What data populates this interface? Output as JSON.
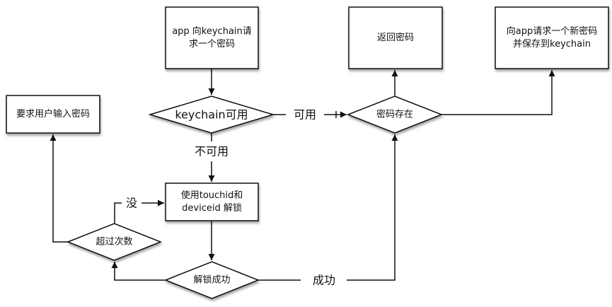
{
  "diagram": {
    "type": "flowchart",
    "colors": {
      "stroke": "#111111",
      "fill": "#ffffff",
      "shadow": "#999999",
      "text": "#111111"
    },
    "nodes": {
      "request": {
        "shape": "process",
        "lines": [
          "app 向keychain请",
          "求一个密码"
        ]
      },
      "return_password": {
        "shape": "process",
        "lines": [
          "返回密码"
        ]
      },
      "request_new": {
        "shape": "process",
        "lines": [
          "向app请求一个新密码",
          "并保存到keychain"
        ]
      },
      "ask_user": {
        "shape": "process",
        "lines": [
          "要求用户输入密码"
        ]
      },
      "keychain_available": {
        "shape": "decision",
        "lines": [
          "keychain可用"
        ]
      },
      "password_exists": {
        "shape": "decision",
        "lines": [
          "密码存在"
        ]
      },
      "touchid_unlock": {
        "shape": "process",
        "lines": [
          "使用touchid和",
          "deviceid 解锁"
        ]
      },
      "exceeded_attempts": {
        "shape": "decision",
        "lines": [
          "超过次数"
        ]
      },
      "unlock_success": {
        "shape": "decision",
        "lines": [
          "解锁成功"
        ]
      }
    },
    "edges": [
      {
        "from": "request",
        "to": "keychain_available",
        "label": ""
      },
      {
        "from": "keychain_available",
        "to": "password_exists",
        "label": "可用"
      },
      {
        "from": "keychain_available",
        "to": "touchid_unlock",
        "label": "不可用"
      },
      {
        "from": "password_exists",
        "to": "return_password",
        "label": ""
      },
      {
        "from": "password_exists",
        "to": "request_new",
        "label": ""
      },
      {
        "from": "touchid_unlock",
        "to": "unlock_success",
        "label": ""
      },
      {
        "from": "unlock_success",
        "to": "password_exists",
        "label": "成功"
      },
      {
        "from": "unlock_success",
        "to": "exceeded_attempts",
        "label": ""
      },
      {
        "from": "exceeded_attempts",
        "to": "touchid_unlock",
        "label": "没"
      },
      {
        "from": "exceeded_attempts",
        "to": "ask_user",
        "label": ""
      }
    ]
  }
}
